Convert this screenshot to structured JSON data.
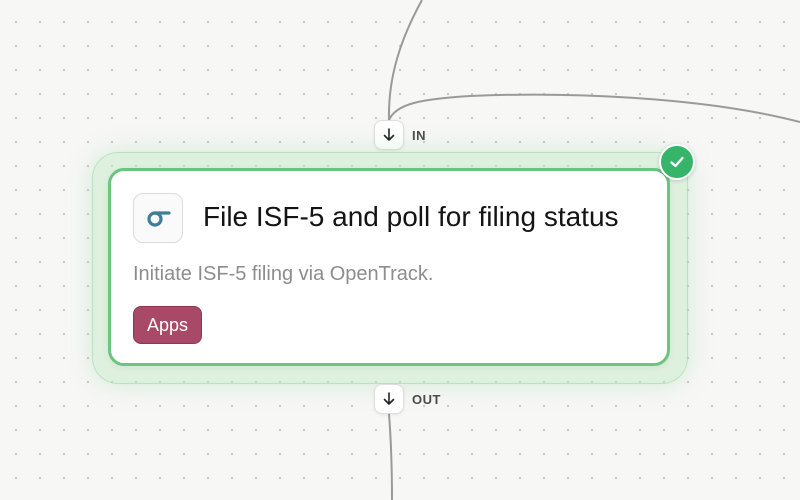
{
  "node": {
    "title": "File ISF-5 and poll for filing status",
    "description": "Initiate ISF-5 filing via OpenTrack.",
    "tag": "Apps",
    "app_icon": "opentrack-sigma-icon",
    "status_icon": "check-circle-icon",
    "status": "success"
  },
  "ports": {
    "in_label": "IN",
    "out_label": "OUT",
    "in_icon": "arrow-down-icon",
    "out_icon": "arrow-down-icon"
  },
  "colors": {
    "canvas_bg": "#f7f7f6",
    "node_border": "#6cc47e",
    "status_check": "#36b56a",
    "tag_bg": "#a94968",
    "app_icon_color": "#3f7d98",
    "edge": "#9a9a9a"
  }
}
